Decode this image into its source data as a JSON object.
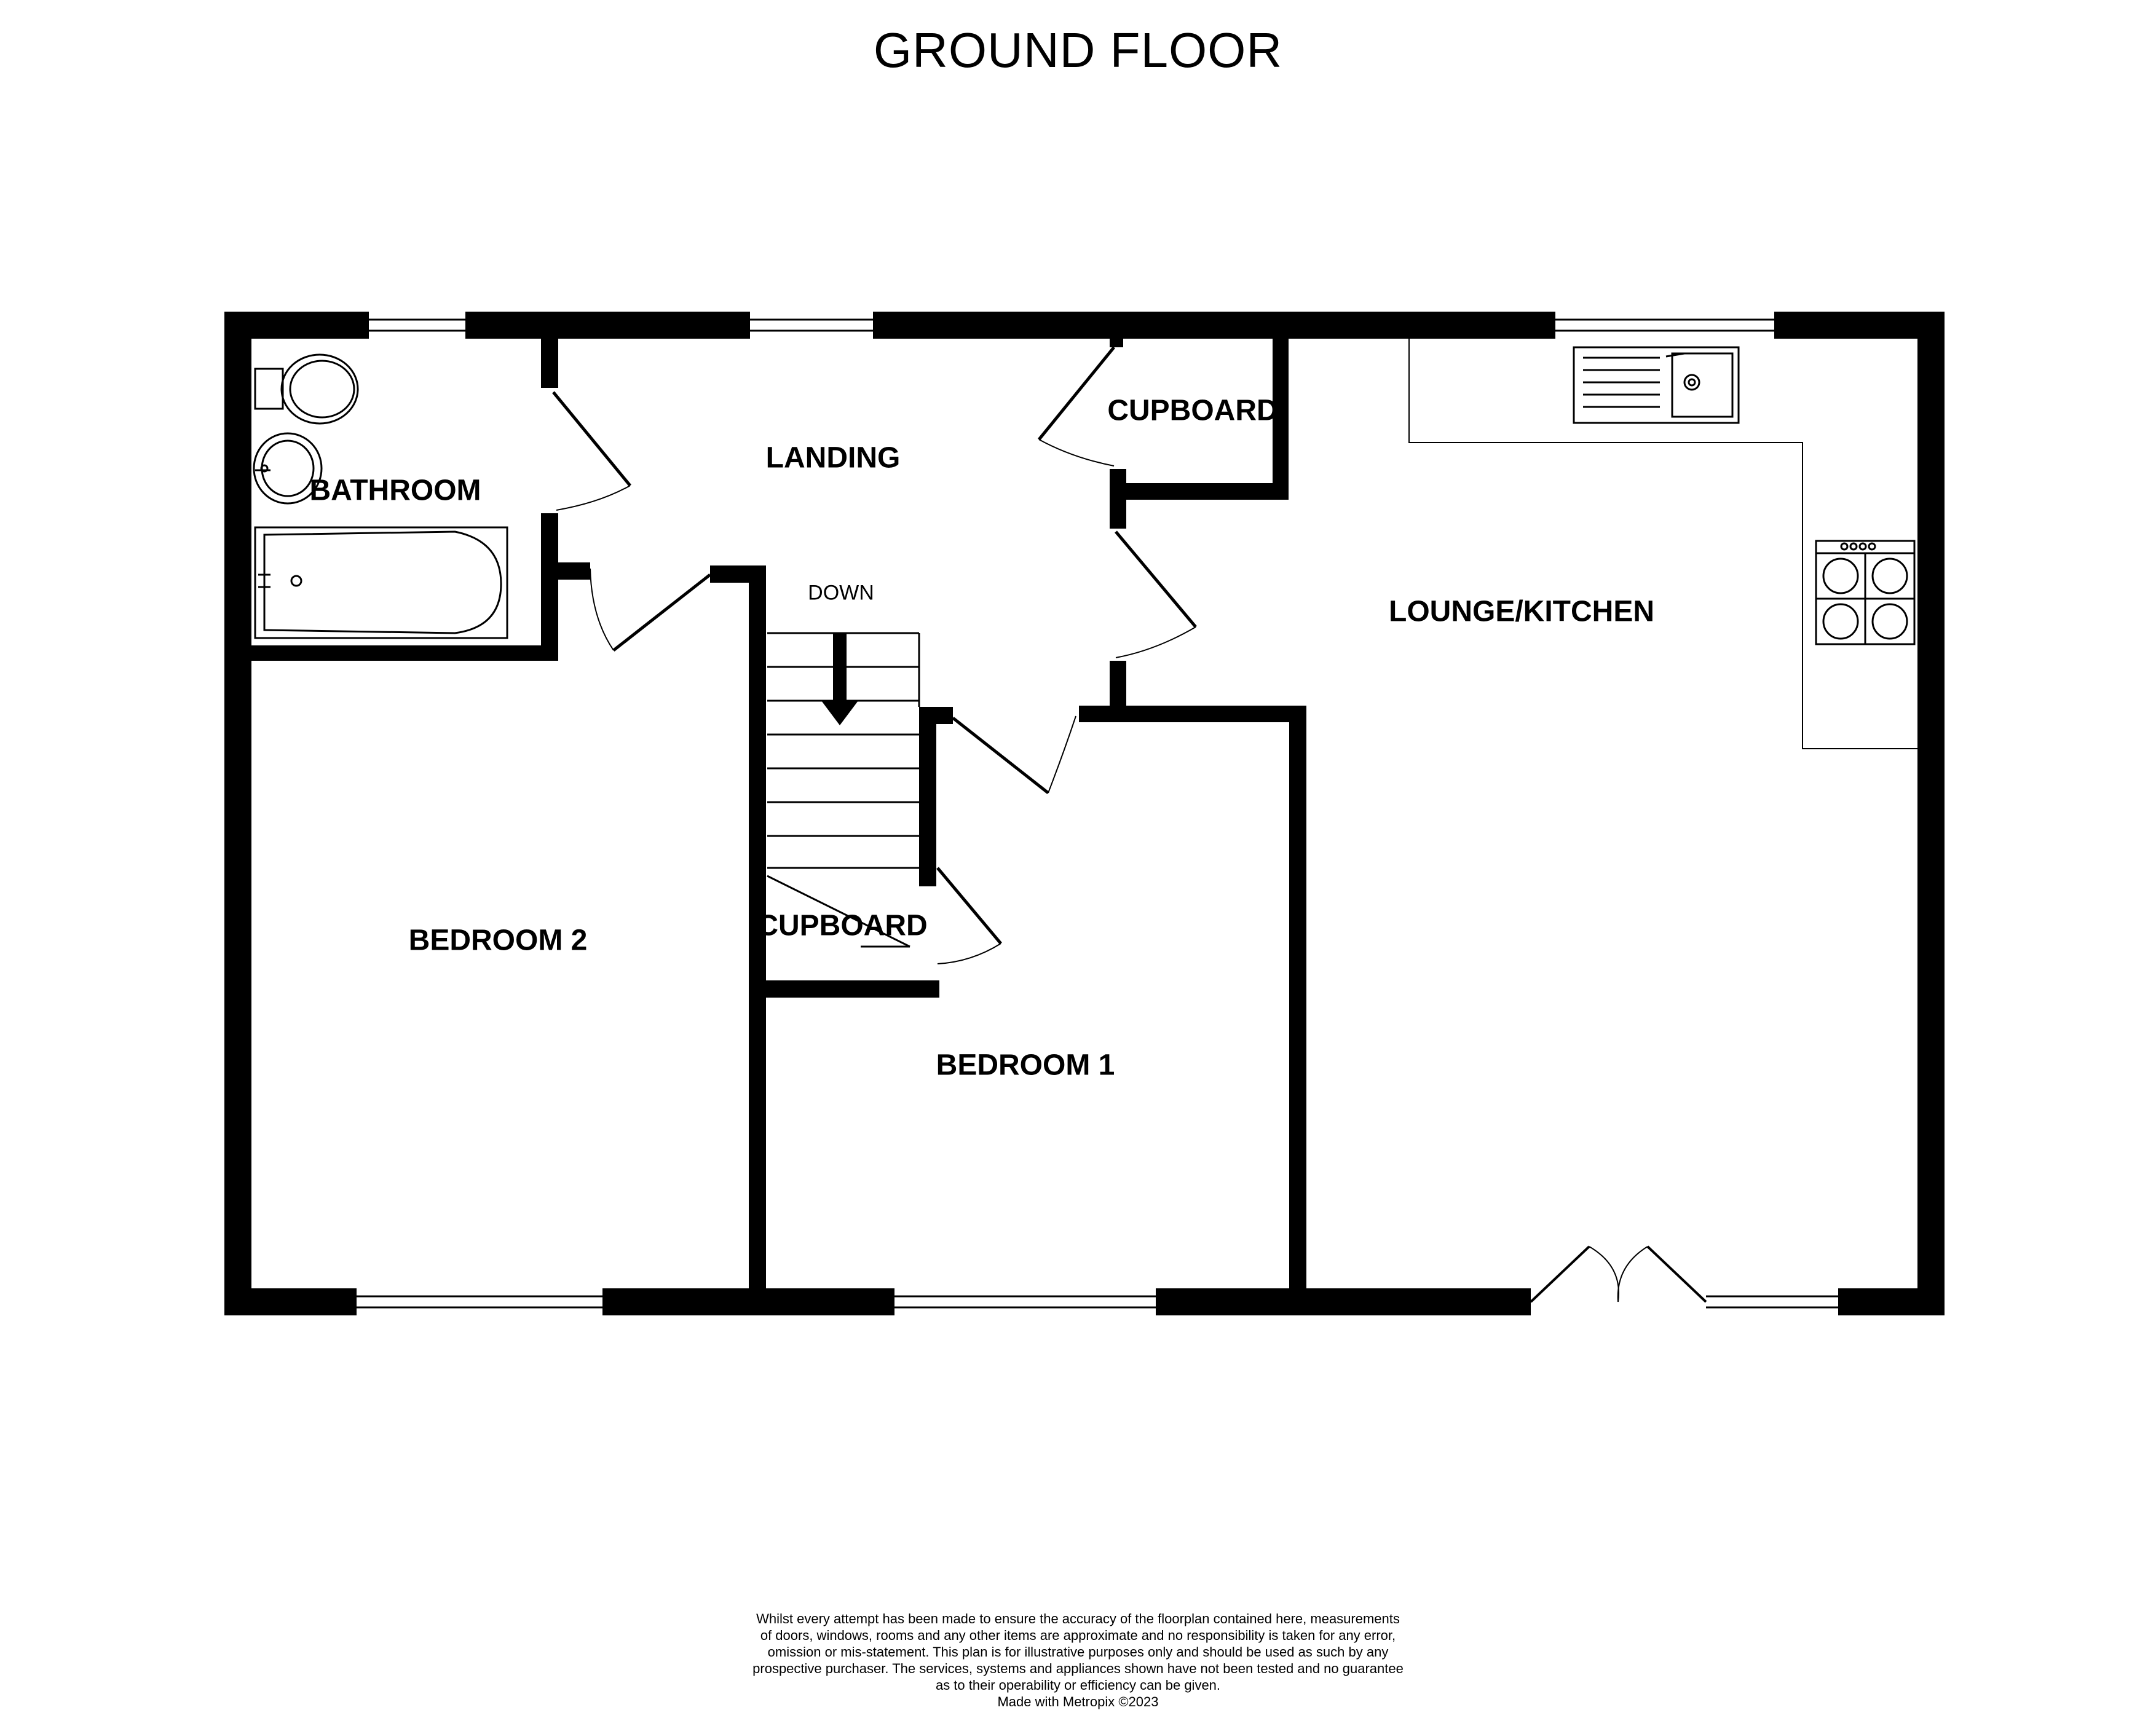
{
  "title": "GROUND FLOOR",
  "rooms": {
    "bathroom": "BATHROOM",
    "landing": "LANDING",
    "cupboard_top": "CUPBOARD",
    "lounge_kitchen": "LOUNGE/KITCHEN",
    "bedroom2": "BEDROOM 2",
    "bedroom1": "BEDROOM 1",
    "cupboard_stairs": "CUPBOARD"
  },
  "stairs_label": "DOWN",
  "disclaimer": {
    "lines": [
      "Whilst every attempt has been made to ensure the accuracy of the floorplan contained here, measurements",
      "of doors, windows, rooms and any other items are approximate and no responsibility is taken for any error,",
      "omission or mis-statement. This plan is for illustrative purposes only and should be used as such by any",
      "prospective purchaser. The services, systems and appliances shown have not been tested and no guarantee",
      "as to their operability or efficiency can be given."
    ],
    "credit": "Made with Metropix ©2023"
  },
  "colors": {
    "wall": "#000000",
    "background": "#ffffff",
    "window": "#ffffff"
  }
}
